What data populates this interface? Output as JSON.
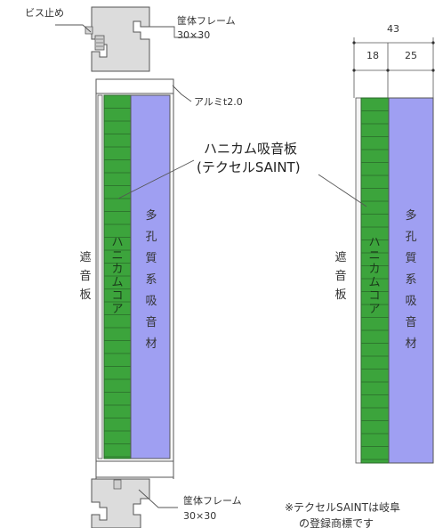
{
  "colors": {
    "honeycomb_green": "#3ca43c",
    "absorber_purple": "#9f9ff2",
    "frame_gray": "#dcdcdc",
    "line": "#555555"
  },
  "labels": {
    "screw": "ビス止め",
    "frame_top_1": "筐体フレーム",
    "frame_top_2": "30×30",
    "aluminum": "アルミt2.0",
    "honeycomb_1": "ハニカム吸音板",
    "honeycomb_2": "(テクセルSAINT)",
    "frame_bottom_1": "筐体フレーム",
    "frame_bottom_2": "30×30",
    "note_1": "※テクセルSAINTは岐阜",
    "note_2": "の登録商標です"
  },
  "left_panel": {
    "insulation": [
      "遮",
      "音",
      "板"
    ],
    "core": [
      "ハ",
      "ニ",
      "カ",
      "ム",
      "コ",
      "ア"
    ],
    "absorber": [
      "多",
      "孔",
      "質",
      "系",
      "吸",
      "音",
      "材"
    ]
  },
  "right_panel": {
    "insulation": [
      "遮",
      "音",
      "板"
    ],
    "core": [
      "ハ",
      "ニ",
      "カ",
      "ム",
      "コ",
      "ア"
    ],
    "absorber": [
      "多",
      "孔",
      "質",
      "系",
      "吸",
      "音",
      "材"
    ]
  },
  "dimensions": {
    "total": "43",
    "core": "18",
    "absorber": "25"
  }
}
